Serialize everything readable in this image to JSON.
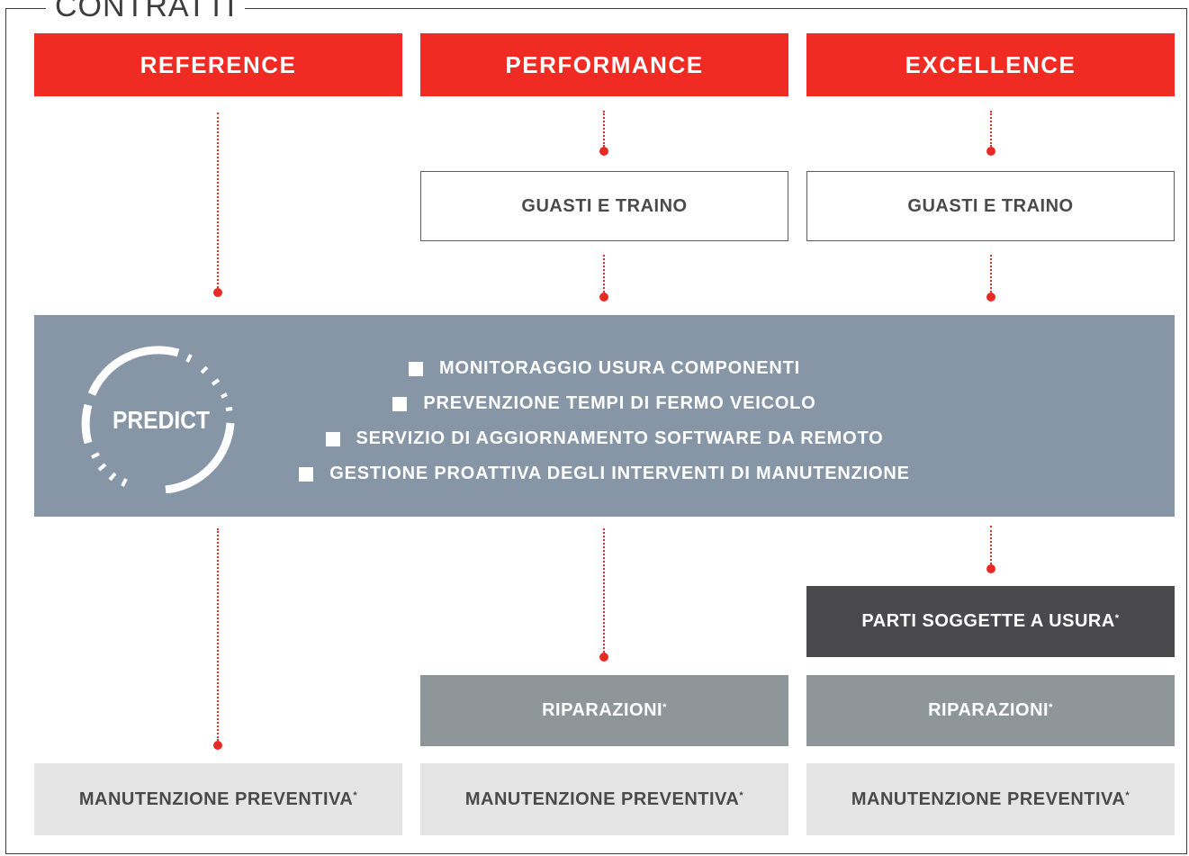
{
  "frame_title": "CONTRATTI",
  "columns": [
    {
      "header": "REFERENCE"
    },
    {
      "header": "PERFORMANCE",
      "breakdown": "GUASTI E TRAINO",
      "repairs": "RIPARAZIONI"
    },
    {
      "header": "EXCELLENCE",
      "breakdown": "GUASTI E TRAINO",
      "wear_parts": "PARTI SOGGETTE A USURA",
      "repairs": "RIPARAZIONI"
    }
  ],
  "maintenance": "MANUTENZIONE PREVENTIVA",
  "footnote_mark": "*",
  "predict": {
    "logo_text": "PREDICT",
    "features": [
      "MONITORAGGIO USURA COMPONENTI",
      "PREVENZIONE TEMPI DI FERMO VEICOLO",
      "SERVIZIO DI AGGIORNAMENTO SOFTWARE DA REMOTO",
      "GESTIONE PROATTIVA DEGLI INTERVENTI DI MANUTENZIONE"
    ]
  },
  "colors": {
    "header_red": "#ef2b23",
    "predict_bg": "#8796a6",
    "dark_box": "#4a4a4c",
    "mid_box": "#8f969a",
    "light_box": "#e5e5e5"
  }
}
